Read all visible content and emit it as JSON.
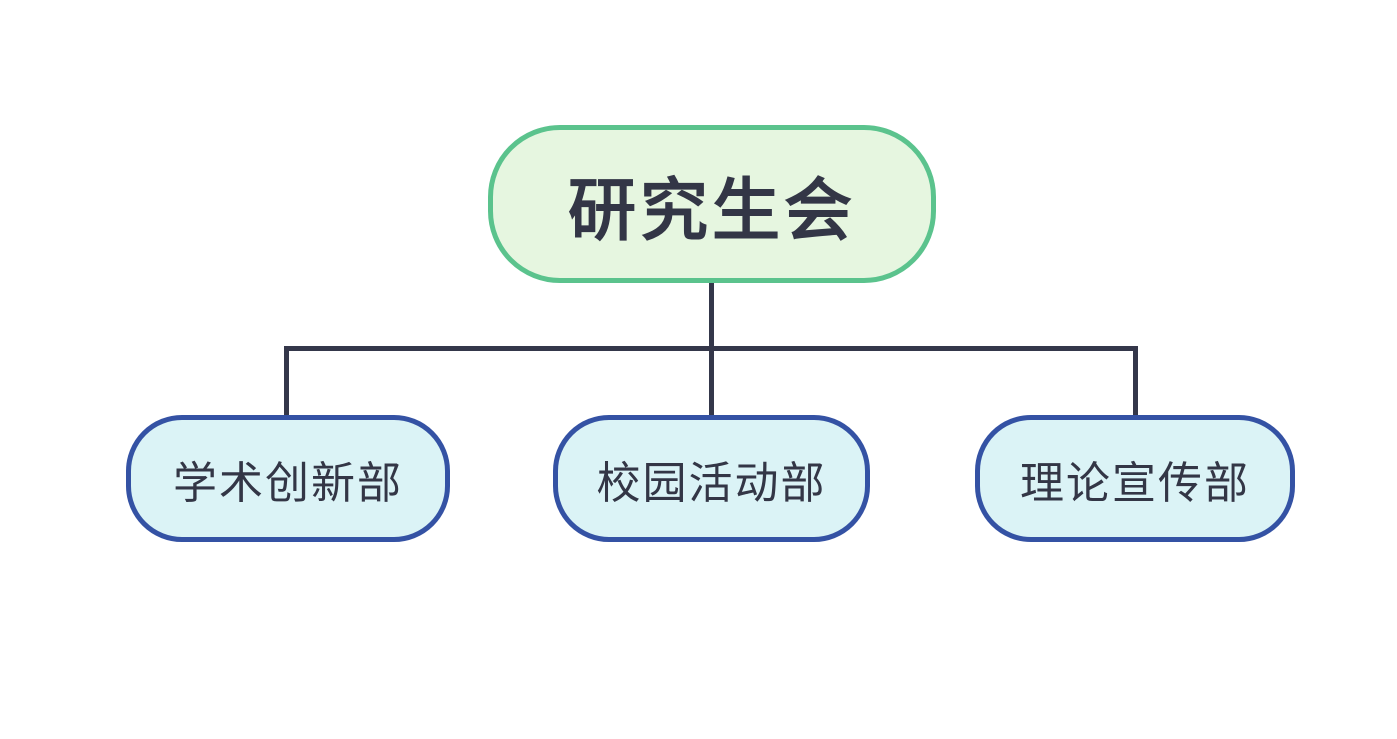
{
  "diagram": {
    "type": "org-chart",
    "root": {
      "label": "研究生会"
    },
    "children": [
      {
        "label": "学术创新部"
      },
      {
        "label": "校园活动部"
      },
      {
        "label": "理论宣传部"
      }
    ]
  },
  "colors": {
    "root-border": "#5BC38D",
    "root-fill": "#E6F6E0",
    "child-border": "#3452A4",
    "child-fill": "#DBF3F6",
    "line": "#34374A",
    "text": "#333646",
    "canvas": "#FFFFFF"
  }
}
